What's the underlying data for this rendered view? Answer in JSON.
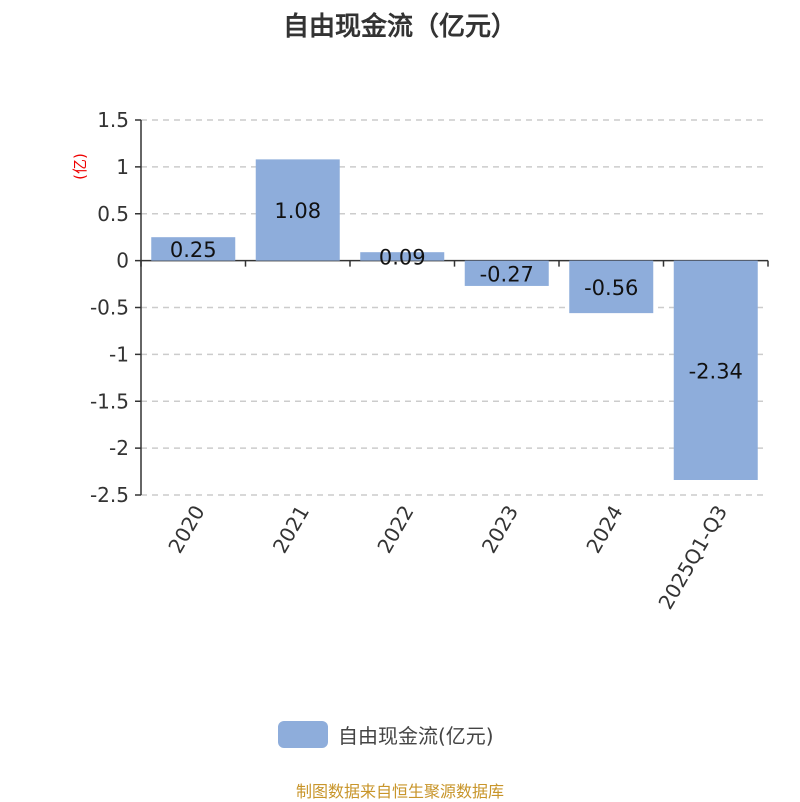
{
  "chart_data": {
    "type": "bar",
    "title": "自由现金流（亿元）",
    "ylabel": "(亿)",
    "categories": [
      "2020",
      "2021",
      "2022",
      "2023",
      "2024",
      "2025Q1-Q3"
    ],
    "series": [
      {
        "name": "自由现金流(亿元)",
        "values": [
          0.25,
          1.08,
          0.09,
          -0.27,
          -0.56,
          -2.34
        ],
        "color": "#8eaddb"
      }
    ],
    "value_labels": [
      "0.25",
      "1.08",
      "0.09",
      "-0.27",
      "-0.56",
      "-2.34"
    ],
    "ylim": [
      -2.5,
      1.5
    ],
    "yticks": [
      1.5,
      1,
      0.5,
      0,
      -0.5,
      -1,
      -1.5,
      -2,
      -2.5
    ],
    "ytick_labels": [
      "1.5",
      "1",
      "0.5",
      "0",
      "-0.5",
      "-1",
      "-1.5",
      "-2",
      "-2.5"
    ],
    "grid": true,
    "legend": "bottom-center"
  },
  "source": "制图数据来自恒生聚源数据库"
}
